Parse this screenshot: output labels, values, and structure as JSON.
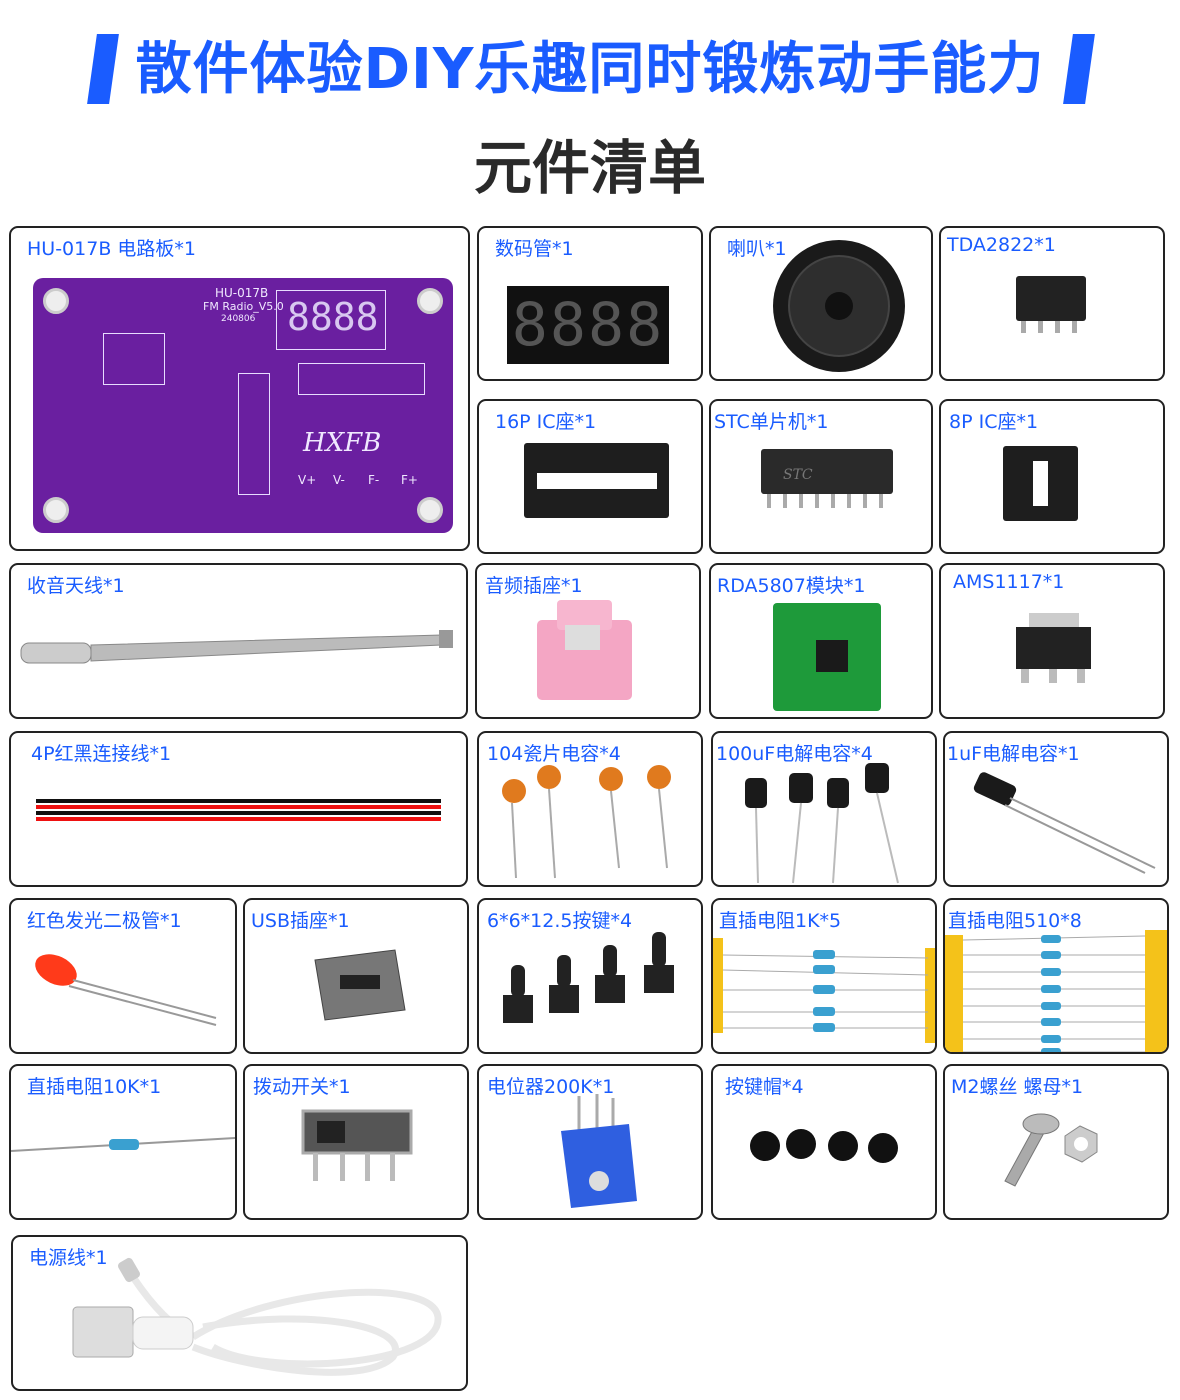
{
  "header": {
    "title": "散件体验DIY乐趣同时锻炼动手能力",
    "subtitle": "元件清单",
    "accent_color": "#1a5cff"
  },
  "pcb": {
    "model": "HU-017B",
    "name": "FM Radio_V5.0",
    "date": "240806",
    "logo": "HXFB",
    "display": "8888",
    "buttons": [
      "V+",
      "V-",
      "F-",
      "F+"
    ]
  },
  "items": [
    {
      "label": "HU-017B 电路板*1"
    },
    {
      "label": "数码管*1"
    },
    {
      "label": "喇叭*1"
    },
    {
      "label": "TDA2822*1"
    },
    {
      "label": "16P IC座*1"
    },
    {
      "label": "STC单片机*1"
    },
    {
      "label": "8P IC座*1"
    },
    {
      "label": "收音天线*1"
    },
    {
      "label": "音频插座*1"
    },
    {
      "label": "RDA5807模块*1"
    },
    {
      "label": "AMS1117*1"
    },
    {
      "label": "4P红黑连接线*1"
    },
    {
      "label": "104瓷片电容*4"
    },
    {
      "label": "100uF电解电容*4"
    },
    {
      "label": "1uF电解电容*1"
    },
    {
      "label": "红色发光二极管*1"
    },
    {
      "label": "USB插座*1"
    },
    {
      "label": "6*6*12.5按键*4"
    },
    {
      "label": "直插电阻1K*5"
    },
    {
      "label": "直插电阻510*8"
    },
    {
      "label": "直插电阻10K*1"
    },
    {
      "label": "拨动开关*1"
    },
    {
      "label": "电位器200K*1"
    },
    {
      "label": "按键帽*4"
    },
    {
      "label": "M2螺丝 螺母*1"
    },
    {
      "label": "电源线*1"
    }
  ]
}
